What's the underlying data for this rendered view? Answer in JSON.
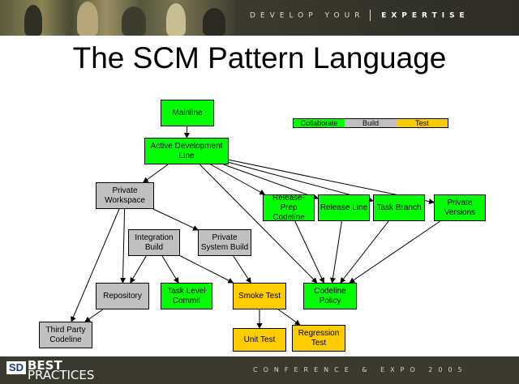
{
  "header": {
    "tagline_part1": "DEVELOP YOUR",
    "tagline_part2": "EXPERTISE"
  },
  "slide": {
    "title": "The SCM Pattern Language"
  },
  "legend": {
    "items": [
      {
        "label": "Collaborate",
        "color": "#00ff00"
      },
      {
        "label": "Build",
        "color": "#c0c0c0"
      },
      {
        "label": "Test",
        "color": "#ffcc00"
      }
    ]
  },
  "diagram": {
    "nodes": {
      "mainline": {
        "label": "Mainline",
        "category": "Collaborate"
      },
      "active_dev_line": {
        "label": "Active Development Line",
        "category": "Collaborate"
      },
      "private_workspace": {
        "label": "Private Workspace",
        "category": "Build"
      },
      "release_prep_codeline": {
        "label": "Release-Prep Codeline",
        "category": "Collaborate"
      },
      "release_line": {
        "label": "Release Line",
        "category": "Collaborate"
      },
      "task_branch": {
        "label": "Task Branch",
        "category": "Collaborate"
      },
      "private_versions": {
        "label": "Private Versions",
        "category": "Collaborate"
      },
      "integration_build": {
        "label": "Integration Build",
        "category": "Build"
      },
      "private_system_build": {
        "label": "Private System Build",
        "category": "Build"
      },
      "repository": {
        "label": "Repository",
        "category": "Build"
      },
      "task_level_commit": {
        "label": "Task Level Commit",
        "category": "Collaborate"
      },
      "smoke_test": {
        "label": "Smoke Test",
        "category": "Test"
      },
      "codeline_policy": {
        "label": "Codeline Policy",
        "category": "Collaborate"
      },
      "third_party_codeline": {
        "label": "Third Party Codeline",
        "category": "Build"
      },
      "unit_test": {
        "label": "Unit Test",
        "category": "Test"
      },
      "regression_test": {
        "label": "Regression Test",
        "category": "Test"
      }
    },
    "edges": [
      [
        "mainline",
        "active_dev_line"
      ],
      [
        "active_dev_line",
        "private_workspace"
      ],
      [
        "active_dev_line",
        "release_prep_codeline"
      ],
      [
        "active_dev_line",
        "release_line"
      ],
      [
        "active_dev_line",
        "task_branch"
      ],
      [
        "active_dev_line",
        "private_versions"
      ],
      [
        "active_dev_line",
        "codeline_policy"
      ],
      [
        "private_workspace",
        "private_system_build"
      ],
      [
        "private_workspace",
        "repository"
      ],
      [
        "private_workspace",
        "third_party_codeline"
      ],
      [
        "integration_build",
        "repository"
      ],
      [
        "integration_build",
        "task_level_commit"
      ],
      [
        "integration_build",
        "smoke_test"
      ],
      [
        "private_system_build",
        "smoke_test"
      ],
      [
        "release_prep_codeline",
        "codeline_policy"
      ],
      [
        "release_line",
        "codeline_policy"
      ],
      [
        "task_branch",
        "codeline_policy"
      ],
      [
        "private_versions",
        "codeline_policy"
      ],
      [
        "repository",
        "third_party_codeline"
      ],
      [
        "smoke_test",
        "unit_test"
      ],
      [
        "smoke_test",
        "regression_test"
      ]
    ]
  },
  "footer": {
    "logo_sd": "SD",
    "logo_best": "BEST",
    "logo_practices": "PRACTICES",
    "event_text": "CONFERENCE & EXPO 2005"
  }
}
